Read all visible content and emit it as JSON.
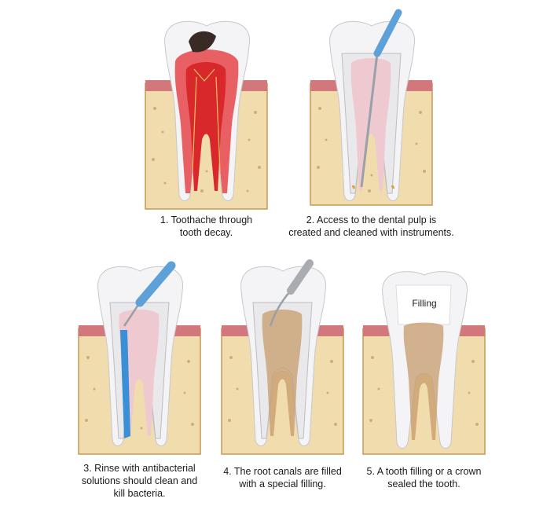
{
  "steps": [
    {
      "lines": [
        "1. Toothache through",
        "tooth decay."
      ]
    },
    {
      "lines": [
        "2. Access to the dental pulp is",
        "created and cleaned with instruments."
      ]
    },
    {
      "lines": [
        "3. Rinse with antibacterial",
        "solutions should clean and",
        "kill bacteria."
      ]
    },
    {
      "lines": [
        "4. The root canals are filled",
        "with a special filling."
      ]
    },
    {
      "lines": [
        "5. A tooth filling or a crown",
        "sealed the tooth."
      ]
    }
  ],
  "labels": {
    "filling": "Filling"
  },
  "colors": {
    "bone": "#f1dcae",
    "bone_edge": "#c49a52",
    "gum": "#d2787c",
    "enamel": "#f4f4f6",
    "pulp": "#e8aeb6",
    "inflamed": "#d9282c",
    "rinse": "#3a8fd6",
    "filler": "#c79b6b",
    "instrument": "#5ea0d8"
  }
}
